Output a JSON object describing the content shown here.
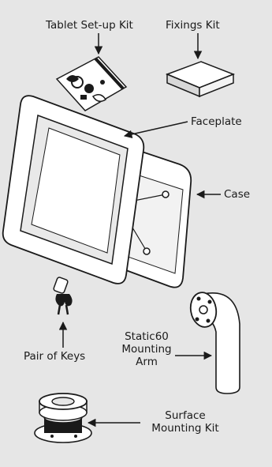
{
  "diagram": {
    "background_color": "#e6e6e6",
    "line_color": "#1a1a1a",
    "items": {
      "tablet_kit": "Tablet Set-up Kit",
      "fixings_kit": "Fixings Kit",
      "faceplate": "Faceplate",
      "case": "Case",
      "keys": "Pair of Keys",
      "arm": [
        "Static60",
        "Mounting",
        "Arm"
      ],
      "surface": [
        "Surface",
        "Mounting Kit"
      ]
    }
  }
}
